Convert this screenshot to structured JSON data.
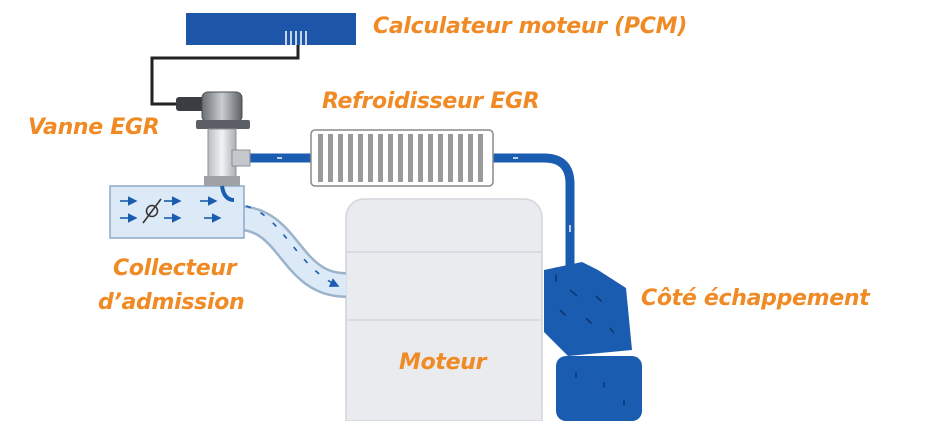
{
  "colors": {
    "label": "#f08a24",
    "pipe_blue": "#1a5cb0",
    "pcm_blue": "#1d56a8",
    "intake_light": "#dce9f7",
    "engine_gray": "#e9ebee",
    "cooler_fins": "#9a9a9a"
  },
  "labels": {
    "pcm": "Calculateur moteur (PCM)",
    "egr_cooler": "Refroidisseur EGR",
    "egr_valve": "Vanne EGR",
    "intake_manifold_line1": "Collecteur",
    "intake_manifold_line2": "d’admission",
    "exhaust_side": "Côté échappement",
    "engine": "Moteur"
  },
  "icons": {
    "throttle": "throttle-valve-icon",
    "flow": "flow-arrow-icon"
  }
}
